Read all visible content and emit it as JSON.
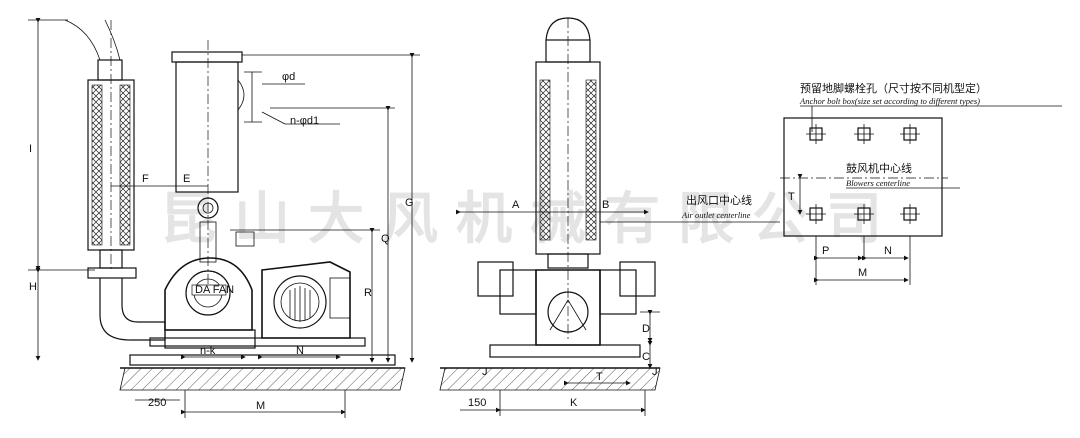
{
  "watermark": "昆山大风机械有限公司",
  "front_view": {
    "dims": {
      "I": "I",
      "H": "H",
      "F": "F",
      "E": "E",
      "G": "G",
      "Q": "Q",
      "R": "R",
      "N": "N",
      "n_k": "n-k",
      "M": "M",
      "offset": "250",
      "phi_d": "φd",
      "n_phi_d1": "n-φd1"
    },
    "nameplate": "DA FAN"
  },
  "side_view": {
    "dims": {
      "A": "A",
      "B": "B",
      "C": "C",
      "D": "D",
      "J_left": "J",
      "J_right": "J",
      "T": "T",
      "K": "K",
      "offset": "150"
    },
    "air_outlet_cn": "出风口中心线",
    "air_outlet_en": "Air outlet centerline"
  },
  "anchor_box": {
    "title_cn": "预留地脚螺栓孔（尺寸按不同机型定）",
    "title_en": "Anchor bolt box(size set according to different types)",
    "blower_cn": "鼓风机中心线",
    "blower_en": "Blowers centerline",
    "dims": {
      "T": "T",
      "P": "P",
      "N": "N",
      "M": "M"
    }
  }
}
